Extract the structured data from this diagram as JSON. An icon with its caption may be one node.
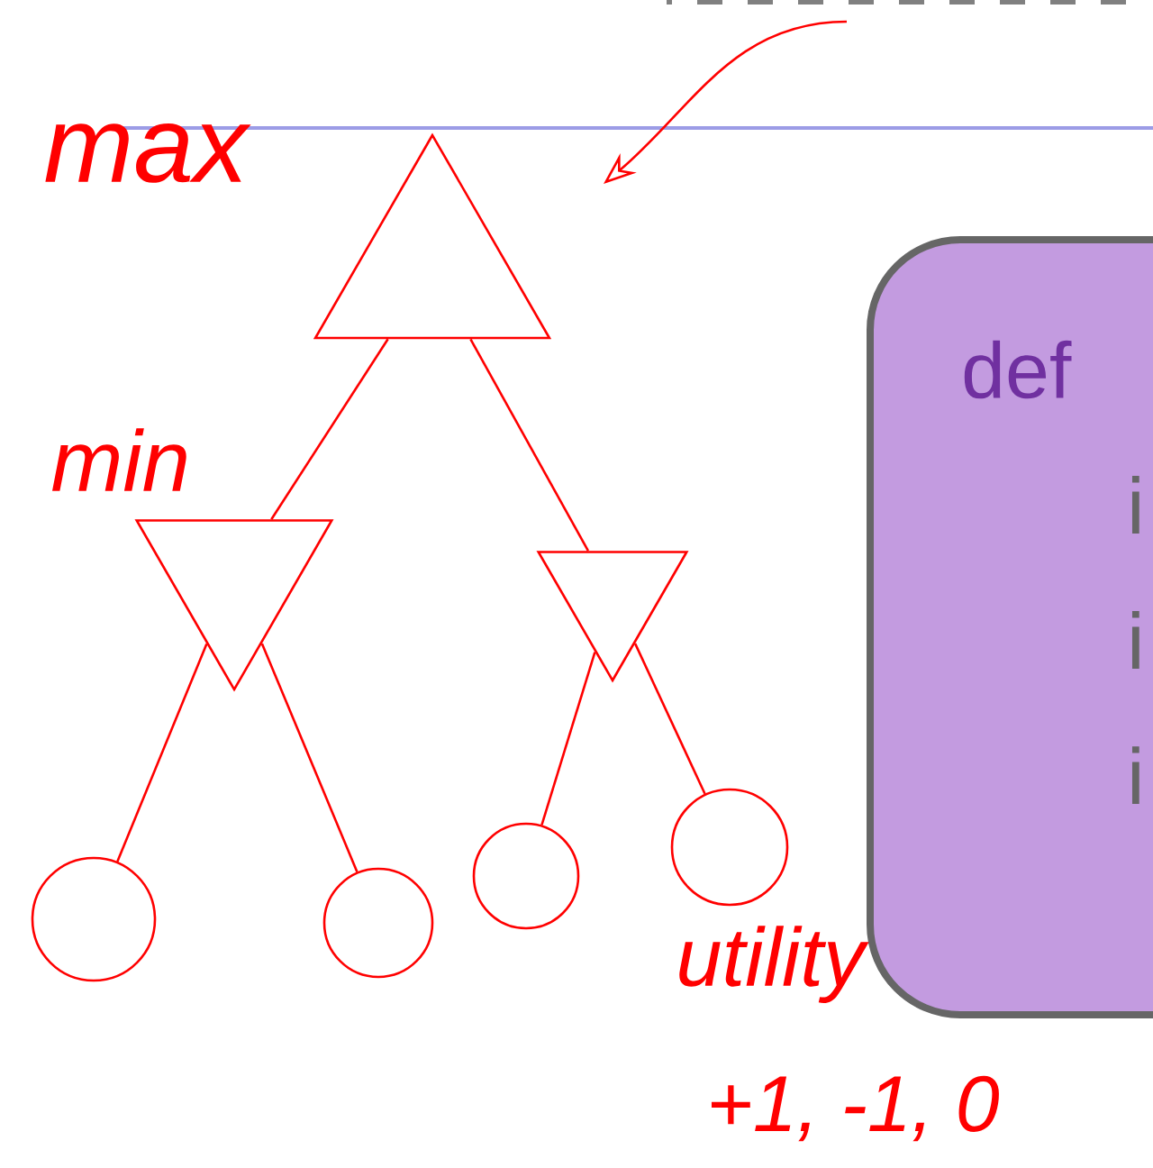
{
  "diagram": {
    "nodes": [
      {
        "text": [],
        "shape": "triangle"
      },
      {
        "text": [],
        "shape": "triangle"
      },
      {
        "text": [],
        "shape": "triangle"
      },
      {
        "text": [],
        "shape": "circle"
      },
      {
        "text": [],
        "shape": "circle"
      },
      {
        "text": [],
        "shape": "circle"
      },
      {
        "text": [],
        "shape": "circle"
      },
      {
        "text": [
          "def",
          "i",
          "i",
          "i"
        ]
      },
      {
        "text": [],
        "shape": "line"
      }
    ],
    "edges": [
      {
        "from": 0,
        "to": 1,
        "arrow": "none"
      },
      {
        "from": 0,
        "to": 2,
        "arrow": "none"
      },
      {
        "from": 1,
        "to": 3,
        "arrow": "none"
      },
      {
        "from": 1,
        "to": 4,
        "arrow": "none"
      },
      {
        "from": 2,
        "to": 5,
        "arrow": "none"
      },
      {
        "from": 2,
        "to": 6,
        "arrow": "none"
      },
      {
        "from": null,
        "to": 8,
        "arrow": "to"
      }
    ],
    "labels": [
      "max",
      "min",
      "utility",
      "+1, -1, 0"
    ]
  }
}
